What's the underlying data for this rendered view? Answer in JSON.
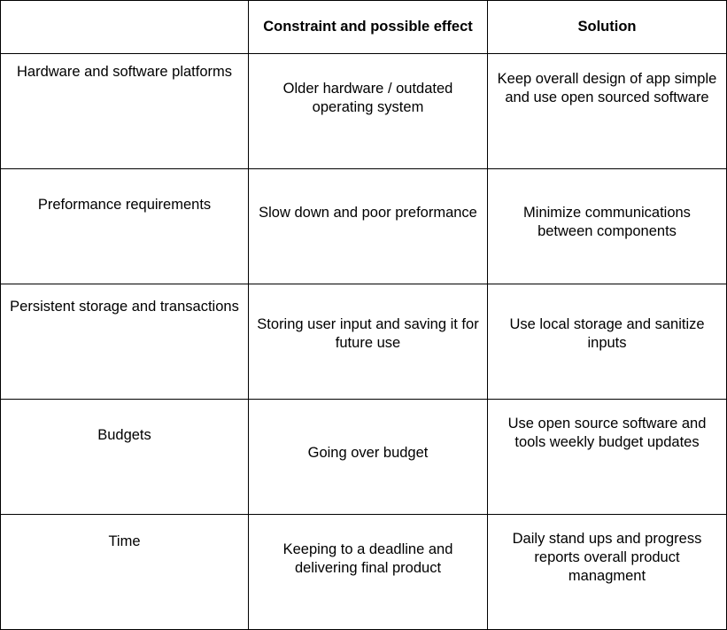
{
  "table": {
    "headers": [
      "",
      "Constraint and possible effect",
      "Solution"
    ],
    "rows": [
      {
        "category": "Hardware and software platforms",
        "constraint": "Older hardware / outdated operating system",
        "solution": "Keep overall design of app simple and use open sourced software"
      },
      {
        "category": "Preformance requirements",
        "constraint": "Slow down and poor preformance",
        "solution": "Minimize communications between components"
      },
      {
        "category": "Persistent storage and transactions",
        "constraint": "Storing user input and saving it for future use",
        "solution": "Use local storage and sanitize inputs"
      },
      {
        "category": "Budgets",
        "constraint": "Going over budget",
        "solution": "Use open source software and tools weekly budget updates"
      },
      {
        "category": "Time",
        "constraint": "Keeping to a deadline and delivering final product",
        "solution": "Daily stand ups and progress reports overall product managment"
      }
    ]
  }
}
